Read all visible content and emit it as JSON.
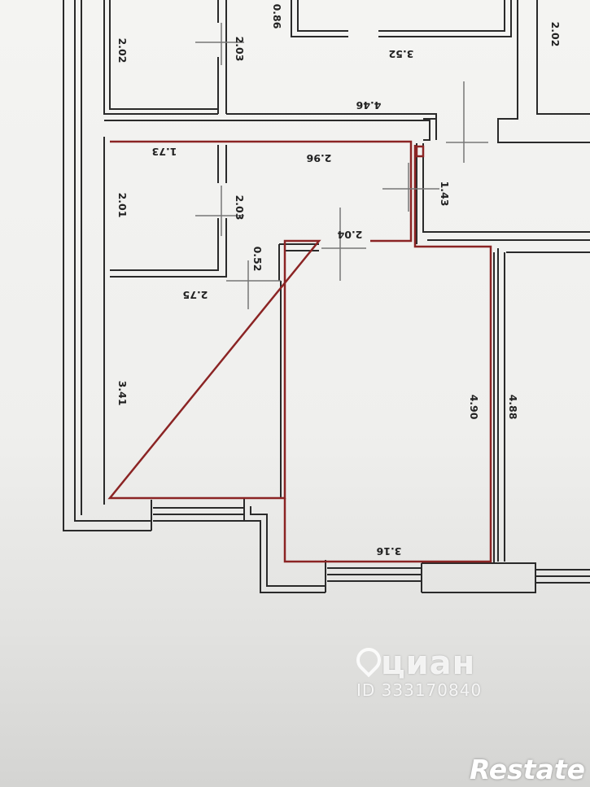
{
  "plan": {
    "dimensions": [
      {
        "id": "top-left-2.02",
        "value": "2.02"
      },
      {
        "id": "top-2.03",
        "value": "2.03"
      },
      {
        "id": "top-0.86",
        "value": "0.86"
      },
      {
        "id": "top-3.52",
        "value": "3.52"
      },
      {
        "id": "top-right-2.02",
        "value": "2.02"
      },
      {
        "id": "corridor-4.46",
        "value": "4.46"
      },
      {
        "id": "bath-1.73",
        "value": "1.73"
      },
      {
        "id": "bath-2.01",
        "value": "2.01"
      },
      {
        "id": "bath-2.03",
        "value": "2.03"
      },
      {
        "id": "hall-2.96",
        "value": "2.96"
      },
      {
        "id": "hall-1.43",
        "value": "1.43"
      },
      {
        "id": "hall-2.04",
        "value": "2.04"
      },
      {
        "id": "hall-0.52",
        "value": "0.52"
      },
      {
        "id": "kitchen-2.75",
        "value": "2.75"
      },
      {
        "id": "kitchen-3.41",
        "value": "3.41"
      },
      {
        "id": "room-4.90",
        "value": "4.90"
      },
      {
        "id": "room-3.16",
        "value": "3.16"
      },
      {
        "id": "neighbor-4.88",
        "value": "4.88"
      }
    ]
  },
  "watermark": {
    "brand": "циан",
    "id": "ID 333170840"
  },
  "logo": {
    "text": "Restate"
  },
  "colors": {
    "wall": "#2a2a2a",
    "outline": "#8b2424",
    "paper": "#f4f4f2"
  }
}
